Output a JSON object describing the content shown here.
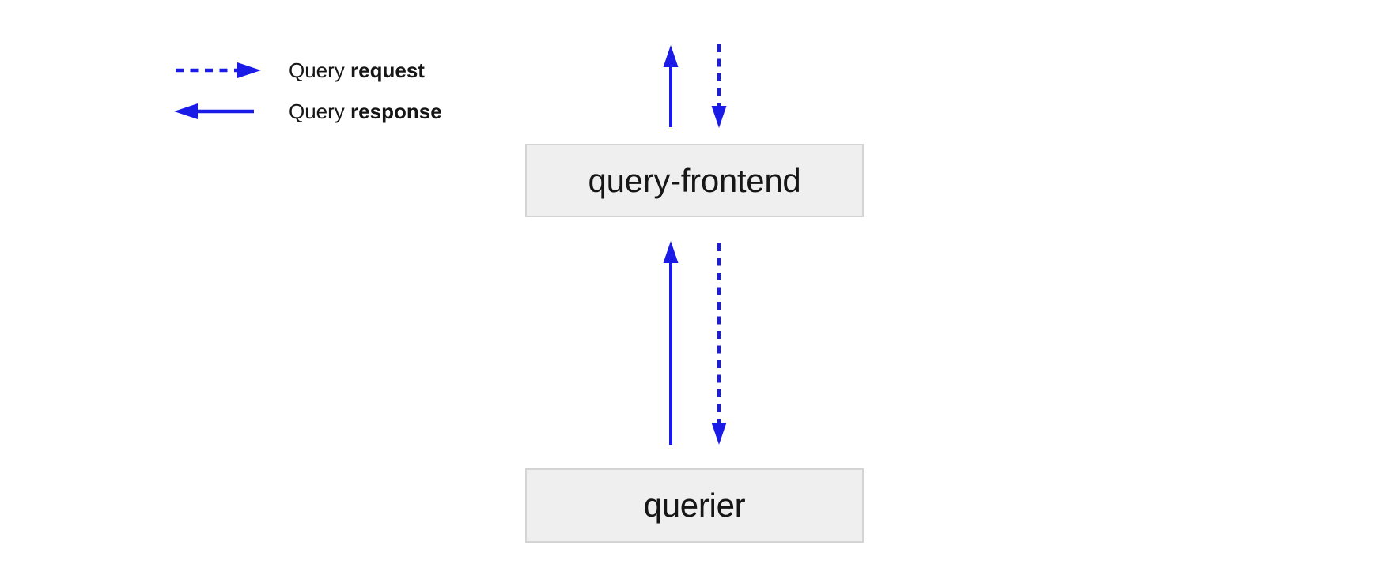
{
  "colors": {
    "background": "#ffffff",
    "arrow_blue": "#1b1be8",
    "node_fill": "#efefef",
    "node_border": "#d4d4d4",
    "text": "#161616"
  },
  "legend": {
    "items": [
      {
        "icon": "dashed-right-arrow-icon",
        "text_regular": "Query",
        "text_bold": "request"
      },
      {
        "icon": "solid-left-arrow-icon",
        "text_regular": "Query",
        "text_bold": "response"
      }
    ]
  },
  "nodes": {
    "query_frontend": {
      "label": "query-frontend"
    },
    "querier": {
      "label": "querier"
    }
  },
  "edges": [
    {
      "between": "top-edge and query-frontend",
      "style": "solid",
      "direction": "up",
      "meaning": "Query response"
    },
    {
      "between": "top-edge and query-frontend",
      "style": "dashed",
      "direction": "down",
      "meaning": "Query request"
    },
    {
      "between": "query-frontend and querier",
      "style": "solid",
      "direction": "up",
      "meaning": "Query response"
    },
    {
      "between": "query-frontend and querier",
      "style": "dashed",
      "direction": "down",
      "meaning": "Query request"
    }
  ]
}
